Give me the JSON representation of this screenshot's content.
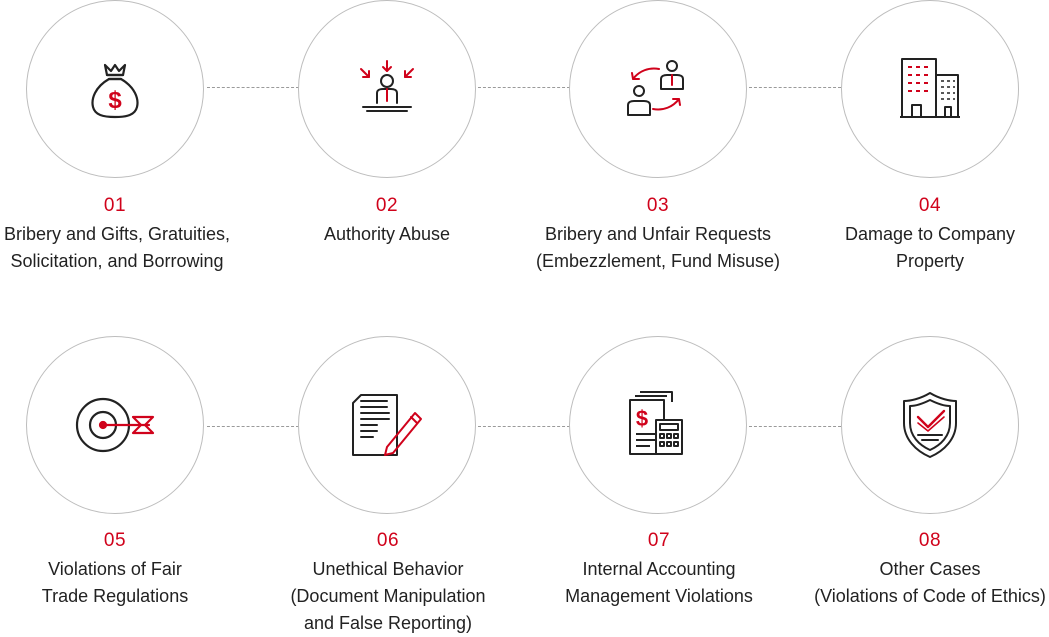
{
  "items": [
    {
      "number": "01",
      "lines": [
        "Bribery and Gifts, Gratuities,",
        "Solicitation, and Borrowing"
      ],
      "icon": "money-bag-icon"
    },
    {
      "number": "02",
      "lines": [
        "Authority Abuse"
      ],
      "icon": "authority-abuse-icon"
    },
    {
      "number": "03",
      "lines": [
        "Bribery and Unfair Requests",
        "(Embezzlement, Fund Misuse)"
      ],
      "icon": "exchange-people-icon"
    },
    {
      "number": "04",
      "lines": [
        "Damage to Company",
        "Property"
      ],
      "icon": "buildings-icon"
    },
    {
      "number": "05",
      "lines": [
        "Violations of Fair",
        "Trade Regulations"
      ],
      "icon": "target-arrow-icon"
    },
    {
      "number": "06",
      "lines": [
        "Unethical Behavior",
        "(Document Manipulation",
        "and False Reporting)"
      ],
      "icon": "document-pen-icon"
    },
    {
      "number": "07",
      "lines": [
        "Internal Accounting",
        "Management Violations"
      ],
      "icon": "accounting-calculator-icon"
    },
    {
      "number": "08",
      "lines": [
        "Other Cases",
        "(Violations of Code of Ethics)"
      ],
      "icon": "shield-check-icon"
    }
  ],
  "colors": {
    "accent": "#d0021b",
    "icon": "#222222",
    "circle_border": "#bdbdbd",
    "connector": "#9a9a9a"
  }
}
